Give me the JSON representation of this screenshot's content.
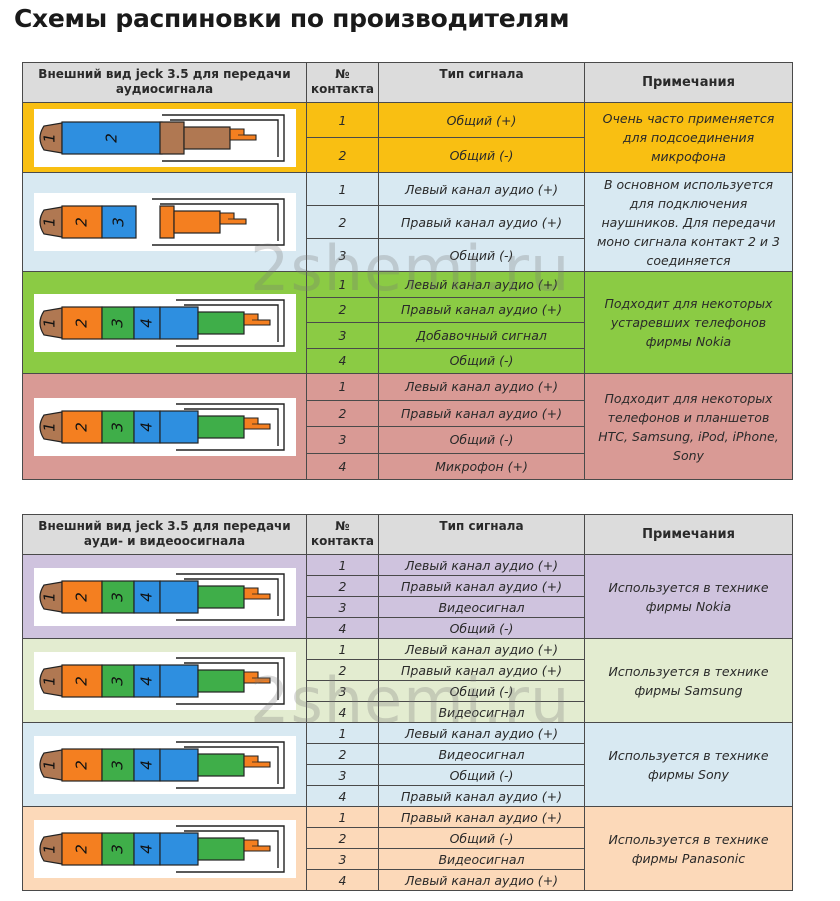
{
  "title": "Схемы распиновки по производителям",
  "watermark": "2shemi.ru",
  "columns_audio": {
    "view": "Внешний вид jeck 3.5 для передачи аудиосигнала",
    "contact": "№ контакта",
    "signal": "Тип сигнала",
    "notes": "Примечания"
  },
  "columns_video": {
    "view": "Внешний вид jeck 3.5 для передачи ауди- и видеоосигнала",
    "contact": "№ контакта",
    "signal": "Тип сигнала",
    "notes": "Примечания"
  },
  "colors": {
    "orange": "#f9bf12",
    "blue": "#d8e9f2",
    "green": "#8bcb44",
    "pink": "#d99a95",
    "lavender": "#cfc3de",
    "lightgreen": "#e3ecd0",
    "lightblue": "#d8e9f2",
    "peach": "#fcd9b9"
  },
  "audio_groups": [
    {
      "color": "#f9bf12",
      "plug": "2pin",
      "note": "Очень часто применяется для подсоединения микрофона",
      "rows": [
        {
          "n": "1",
          "signal": "Общий (+)"
        },
        {
          "n": "2",
          "signal": "Общий (-)"
        }
      ]
    },
    {
      "color": "#d8e9f2",
      "plug": "3pin",
      "note": "В основном используется для подключения наушников. Для передачи моно сигнала контакт 2 и 3 соединяется",
      "rows": [
        {
          "n": "1",
          "signal": "Левый канал аудио (+)"
        },
        {
          "n": "2",
          "signal": "Правый канал аудио (+)"
        },
        {
          "n": "3",
          "signal": "Общий (-)"
        }
      ]
    },
    {
      "color": "#8bcb44",
      "plug": "4pin",
      "note": "Подходит для некоторых устаревших телефонов фирмы Nokia",
      "rows": [
        {
          "n": "1",
          "signal": "Левый канал аудио (+)"
        },
        {
          "n": "2",
          "signal": "Правый канал аудио (+)"
        },
        {
          "n": "3",
          "signal": "Добавочный сигнал"
        },
        {
          "n": "4",
          "signal": "Общий (-)"
        }
      ]
    },
    {
      "color": "#d99a95",
      "plug": "4pin",
      "note": "Подходит для некоторых телефонов и планшетов HTC, Samsung, iPod, iPhone, Sony",
      "rows": [
        {
          "n": "1",
          "signal": "Левый канал аудио (+)"
        },
        {
          "n": "2",
          "signal": "Правый канал аудио (+)"
        },
        {
          "n": "3",
          "signal": "Общий (-)"
        },
        {
          "n": "4",
          "signal": "Микрофон (+)"
        }
      ]
    }
  ],
  "video_groups": [
    {
      "color": "#cfc3de",
      "plug": "4pin",
      "note": "Используется в технике фирмы Nokia",
      "rows": [
        {
          "n": "1",
          "signal": "Левый канал аудио (+)"
        },
        {
          "n": "2",
          "signal": "Правый канал аудио (+)"
        },
        {
          "n": "3",
          "signal": "Видеосигнал"
        },
        {
          "n": "4",
          "signal": "Общий (-)"
        }
      ]
    },
    {
      "color": "#e3ecd0",
      "plug": "4pin",
      "note": "Используется в технике фирмы Samsung",
      "rows": [
        {
          "n": "1",
          "signal": "Левый канал аудио (+)"
        },
        {
          "n": "2",
          "signal": "Правый канал аудио (+)"
        },
        {
          "n": "3",
          "signal": "Общий (-)"
        },
        {
          "n": "4",
          "signal": "Видеосигнал"
        }
      ]
    },
    {
      "color": "#d8e9f2",
      "plug": "4pin",
      "note": "Используется в технике фирмы Sony",
      "rows": [
        {
          "n": "1",
          "signal": "Левый канал аудио (+)"
        },
        {
          "n": "2",
          "signal": "Видеосигнал"
        },
        {
          "n": "3",
          "signal": "Общий (-)"
        },
        {
          "n": "4",
          "signal": "Правый канал аудио (+)"
        }
      ]
    },
    {
      "color": "#fcd9b9",
      "plug": "4pin",
      "note": "Используется в технике фирмы Panasonic",
      "rows": [
        {
          "n": "1",
          "signal": "Правый канал аудио (+)"
        },
        {
          "n": "2",
          "signal": "Общий (-)"
        },
        {
          "n": "3",
          "signal": "Видеосигнал"
        },
        {
          "n": "4",
          "signal": "Левый канал аудио (+)"
        }
      ]
    }
  ]
}
